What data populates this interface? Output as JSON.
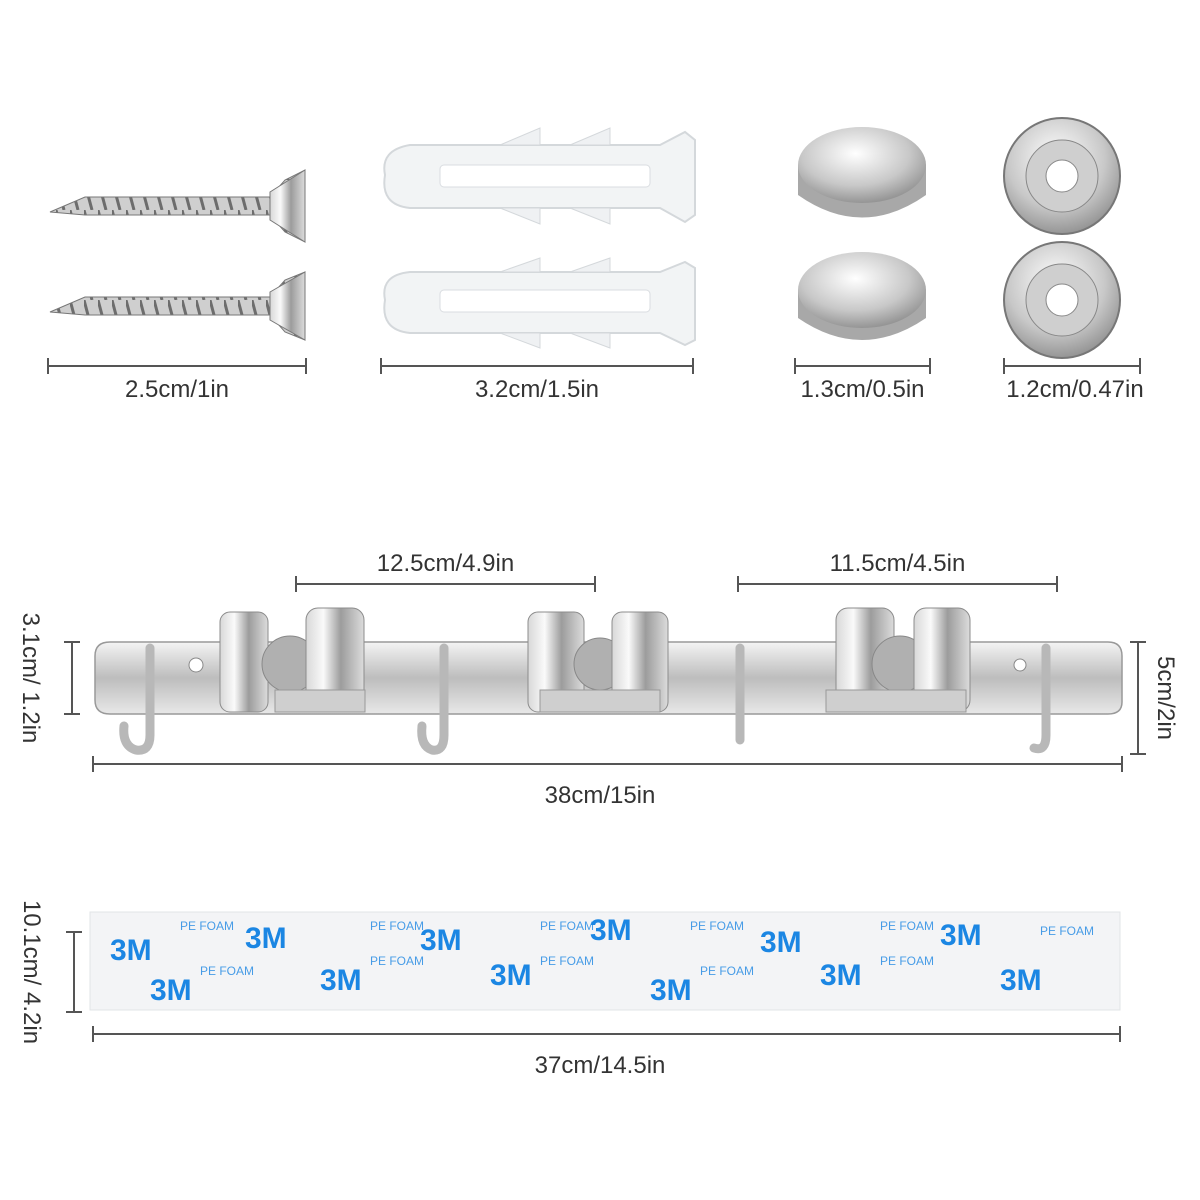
{
  "hardware": {
    "screws": {
      "label": "2.5cm/1in"
    },
    "anchors": {
      "label": "3.2cm/1.5in"
    },
    "caps": {
      "label": "1.3cm/0.5in"
    },
    "washers": {
      "label": "1.2cm/0.47in"
    }
  },
  "rack": {
    "spacing_left": "12.5cm/4.9in",
    "spacing_right": "11.5cm/4.5in",
    "height_bar": "3.1cm/ 1.2in",
    "height_total": "5cm/2in",
    "length": "38cm/15in"
  },
  "adhesive": {
    "height": "10.1cm/ 4.2in",
    "length": "37cm/14.5in",
    "brand_text": "3M",
    "sub_text": "PE FOAM"
  },
  "colors": {
    "steel_light": "#e6e6e6",
    "steel_dark": "#8a8a8a",
    "brand_blue": "#1b86e3"
  }
}
